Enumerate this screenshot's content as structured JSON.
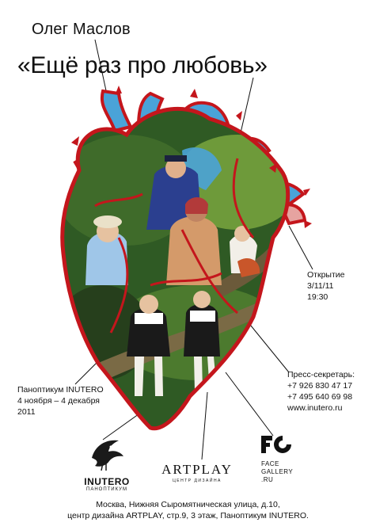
{
  "artist": "Олег Маслов",
  "title": "«Ещё раз про любовь»",
  "opening": {
    "label": "Открытие",
    "date": "3/11/11",
    "time": "19:30"
  },
  "press": {
    "label": "Пресс-секретарь:",
    "phone1": "+7 926 830 47 17",
    "phone2": "+7 495 640 69 98",
    "site": "www.inutero.ru"
  },
  "exhibition": {
    "venue": "Паноптикум INUTERO",
    "dates": "4 ноября – 4 декабря",
    "year": "2011"
  },
  "logos": {
    "inutero_word": "INUTERO",
    "inutero_sub": "ПАНОПТИКУМ",
    "artplay_word": "ARTPLAY",
    "artplay_sub": "ЦЕНТР ДИЗАЙНА",
    "face_line1": "FACE",
    "face_line2": "GALLERY",
    "face_line3": ".RU"
  },
  "address": {
    "line1": "Москва, Нижняя Сыромятническая улица, д.10,",
    "line2": "центр дизайна ARTPLAY, стр.9, 3 этаж, Паноптикум INUTERO."
  },
  "colors": {
    "heart_outline": "#c4161c",
    "vessel_blue": "#4aa3d8",
    "foliage_dark": "#2f5a24",
    "foliage_light": "#6e9a3a"
  }
}
